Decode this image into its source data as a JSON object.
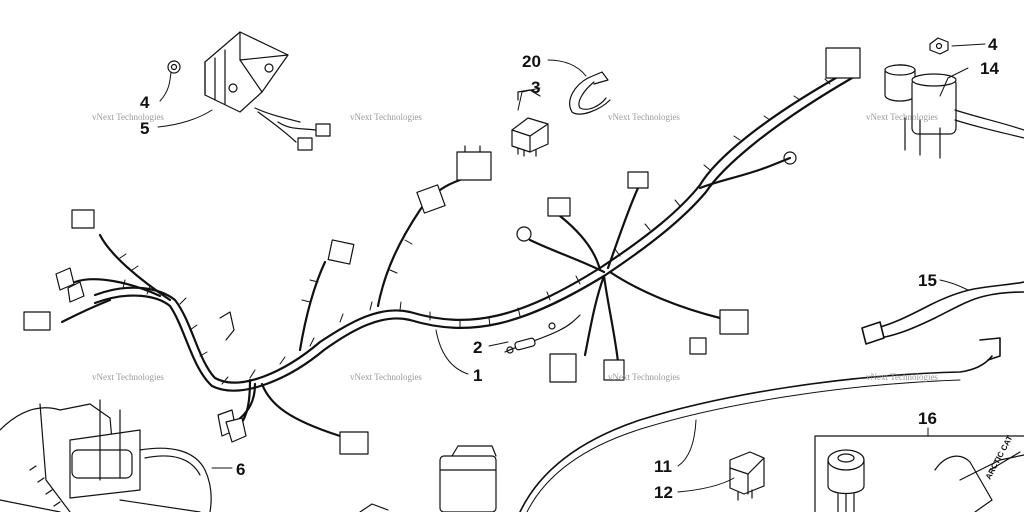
{
  "diagram": {
    "callouts": [
      {
        "id": "c4a",
        "label": "4"
      },
      {
        "id": "c5",
        "label": "5"
      },
      {
        "id": "c20",
        "label": "20"
      },
      {
        "id": "c3",
        "label": "3"
      },
      {
        "id": "c4b",
        "label": "4"
      },
      {
        "id": "c14",
        "label": "14"
      },
      {
        "id": "c15",
        "label": "15"
      },
      {
        "id": "c2",
        "label": "2"
      },
      {
        "id": "c1",
        "label": "1"
      },
      {
        "id": "c16",
        "label": "16"
      },
      {
        "id": "c6",
        "label": "6"
      },
      {
        "id": "c11",
        "label": "11"
      },
      {
        "id": "c12",
        "label": "12"
      }
    ],
    "watermark": "vNext Technologies",
    "key_tag_text": "ARCTIC CAT"
  },
  "colors": {
    "ink": "#111111",
    "watermark": "#9a9a9a",
    "background": "#ffffff"
  }
}
